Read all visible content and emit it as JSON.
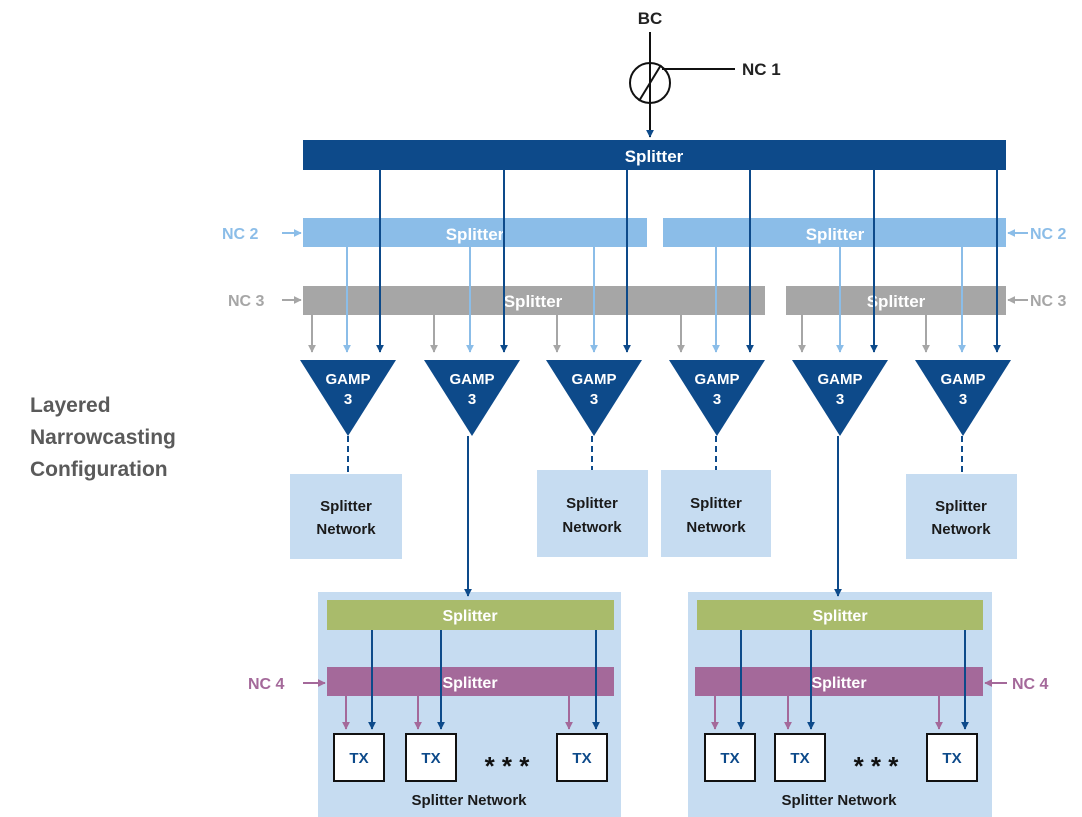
{
  "title": {
    "line1": "Layered",
    "line2": "Narrowcasting",
    "line3": "Configuration"
  },
  "source": {
    "bc": "BC",
    "nc1": "NC 1"
  },
  "labels": {
    "splitter": "Splitter",
    "nc2": "NC 2",
    "nc3": "NC 3",
    "nc4": "NC 4",
    "gamp_line1": "GAMP",
    "gamp_line2": "3",
    "splitter_network_line1": "Splitter",
    "splitter_network_line2": "Network",
    "splitter_network": "Splitter Network",
    "tx": "TX",
    "ellipsis": "* * *"
  },
  "colors": {
    "dark_blue": "#0d4a8a",
    "light_blue": "#8bbde8",
    "gray": "#a6a6a6",
    "green": "#a9bb6b",
    "purple": "#a4699a",
    "pale_blue_box": "#c6dcf1",
    "title_gray": "#5a5a5a"
  }
}
